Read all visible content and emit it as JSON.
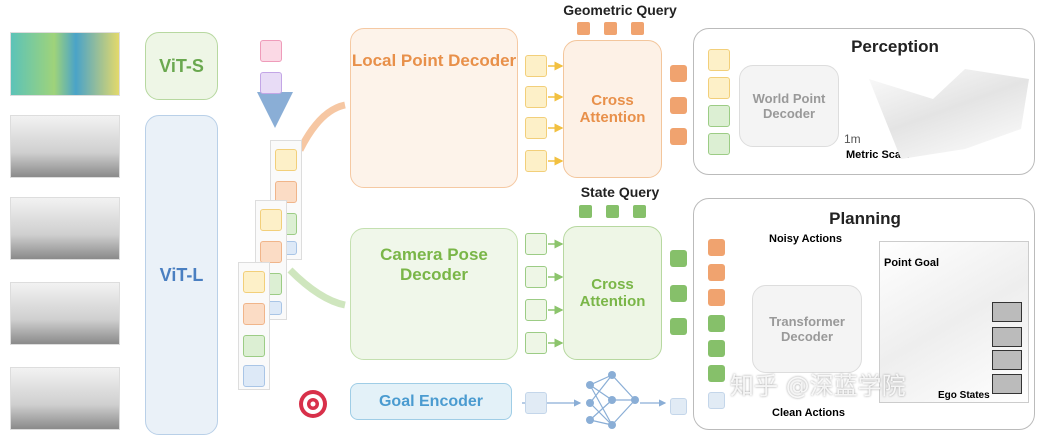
{
  "encoders": {
    "vit_s": "ViT-S",
    "vit_l": "ViT-L",
    "goal": "Goal Encoder"
  },
  "decoders": {
    "local_point": "Local Point Decoder",
    "camera_pose": "Camera Pose Decoder"
  },
  "attention": {
    "top": "Cross Attention",
    "bottom": "Cross Attention",
    "geometric_query": "Geometric Query",
    "state_query": "State Query"
  },
  "perception": {
    "title": "Perception",
    "decoder": "World Point Decoder",
    "scale_value": "1m",
    "scale_label": "Metric Scale"
  },
  "planning": {
    "title": "Planning",
    "noisy": "Noisy Actions",
    "decoder": "Transformer Decoder",
    "clean": "Clean Actions",
    "point_goal": "Point Goal",
    "ego_states": "Ego States"
  },
  "watermark": "知乎 @深蓝学院",
  "colors": {
    "orange": "#e8904a",
    "green": "#7ab648",
    "blue": "#4a7fc1",
    "goal_blue": "#4a9bd0"
  }
}
